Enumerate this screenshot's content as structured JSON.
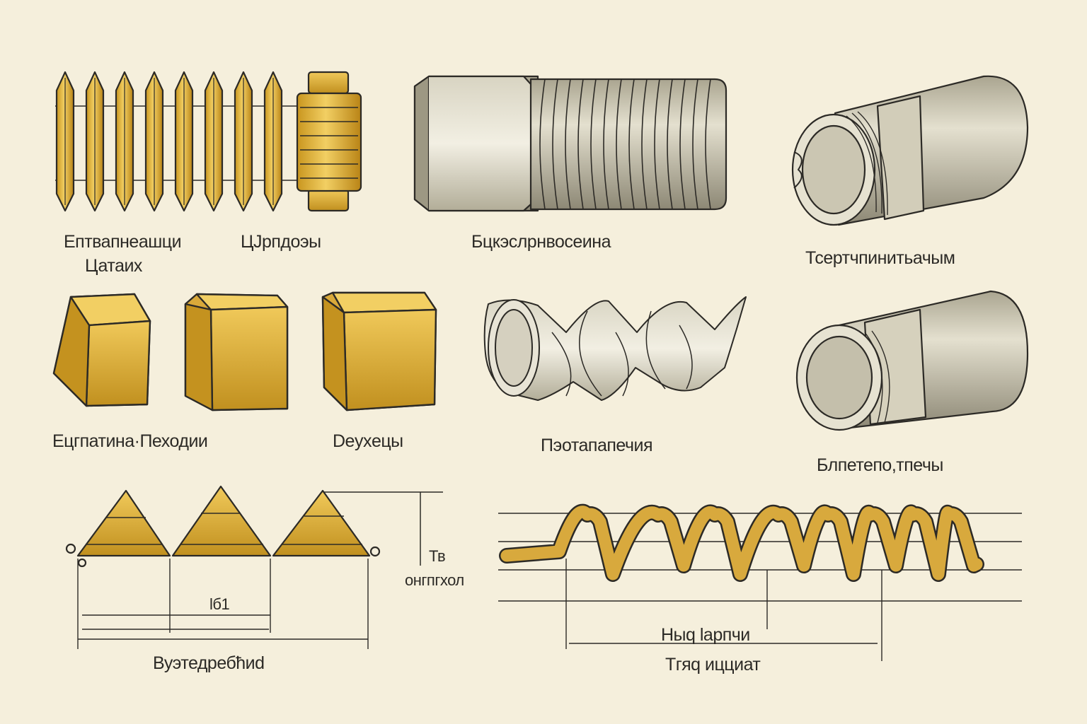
{
  "colors": {
    "paper": "#f5efdc",
    "gold": "#e3b747",
    "gold_dark": "#b98d22",
    "steel": "#c9c4b0",
    "steel_dark": "#8f8a76",
    "ink": "#2c2a26"
  },
  "labels": {
    "cutter_a": "Ептвапнеашци",
    "cutter_b": "Цатаих",
    "cutter_c": "ЦЈрпдоэы",
    "threaded_rod": "Бцкэслрнвосеина",
    "hollow_cap": "Тсертчпинитьачым",
    "block_first": "Ецгпатина·Пеходии",
    "block_second": "Deyxeцы",
    "auger": "Пэотапапечия",
    "sleeve": "Блпетепо,тпечы",
    "triangle_height": "Тв",
    "triangle_sub": "онгпгхол",
    "triangle_pitch": "lб1",
    "triangle_total": "Вуэтедребћиd",
    "spring_top": "Ныq lарпчи",
    "spring_bottom": "Тгяq ицциат"
  }
}
